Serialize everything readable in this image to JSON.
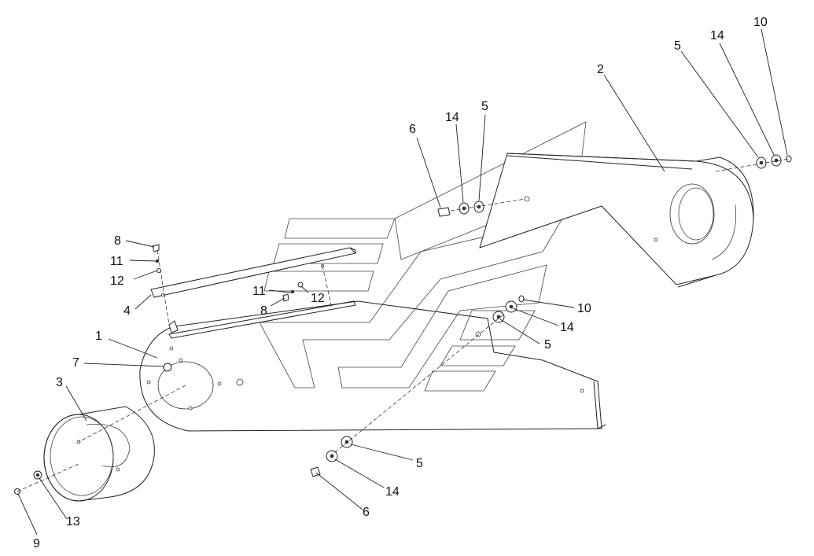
{
  "callouts": [
    {
      "id": "c-10-top",
      "label": "10"
    },
    {
      "id": "c-14-top",
      "label": "14"
    },
    {
      "id": "c-5-top-right",
      "label": "5"
    },
    {
      "id": "c-2",
      "label": "2"
    },
    {
      "id": "c-6-top",
      "label": "6"
    },
    {
      "id": "c-14-mid",
      "label": "14"
    },
    {
      "id": "c-5-mid",
      "label": "5"
    },
    {
      "id": "c-8-left",
      "label": "8"
    },
    {
      "id": "c-11-left",
      "label": "11"
    },
    {
      "id": "c-12-left",
      "label": "12"
    },
    {
      "id": "c-4",
      "label": "4"
    },
    {
      "id": "c-11-center",
      "label": "11"
    },
    {
      "id": "c-12-center",
      "label": "12"
    },
    {
      "id": "c-8-center",
      "label": "8"
    },
    {
      "id": "c-10-right",
      "label": "10"
    },
    {
      "id": "c-14-right",
      "label": "14"
    },
    {
      "id": "c-5-right",
      "label": "5"
    },
    {
      "id": "c-1",
      "label": "1"
    },
    {
      "id": "c-7",
      "label": "7"
    },
    {
      "id": "c-3",
      "label": "3"
    },
    {
      "id": "c-5-bottom",
      "label": "5"
    },
    {
      "id": "c-14-bottom",
      "label": "14"
    },
    {
      "id": "c-6-bottom",
      "label": "6"
    },
    {
      "id": "c-13",
      "label": "13"
    },
    {
      "id": "c-9",
      "label": "9"
    }
  ]
}
